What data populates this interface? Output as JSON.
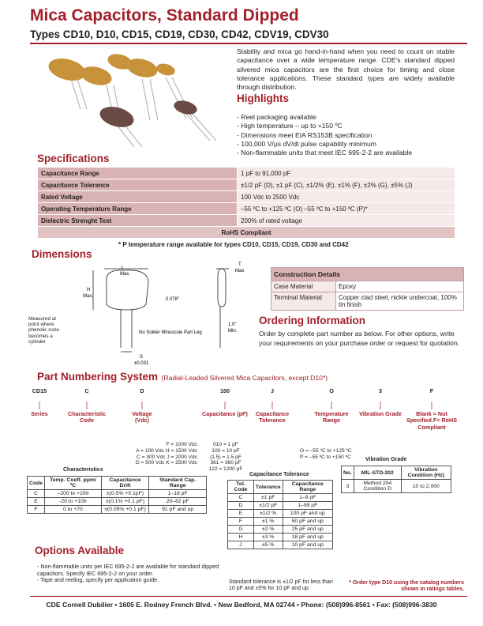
{
  "header": {
    "title": "Mica Capacitors, Standard Dipped",
    "subtitle": "Types CD10, D10, CD15, CD19, CD30, CD42, CDV19, CDV30"
  },
  "intro": "Stability and mica go hand-in-hand when you need to count on stable capacitance over a wide temperature range.  CDE's standard dipped silvered mica capacitors are the first choice for timing and close tolerance applications.  These standard types are widely available through distribution.",
  "highlights": {
    "heading": "Highlights",
    "items": [
      "- Reel packaging available",
      "- High temperature – up to +150 ºC",
      "- Dimensions meet EIA RS153B specification",
      "- 100,000 V/µs dV/dt pulse capability minimum",
      "- Non-flammable units that meet IEC 695-2-2 are available"
    ]
  },
  "specifications": {
    "heading": "Specifications",
    "rows": [
      {
        "label": "Capacitance Range",
        "value": "1 pF to 91,000 pF"
      },
      {
        "label": "Capacitance Tolerance",
        "value": "±1/2 pF (D), ±1 pF (C), ±1/2% (E), ±1% (F), ±2% (G), ±5% (J)"
      },
      {
        "label": "Rated Voltage",
        "value": "100 Vdc to 2500 Vdc"
      },
      {
        "label": "Operating Temperature Range",
        "value": "–55 ºC to +125 ºC (O) –55 ºC to +150 ºC (P)*"
      },
      {
        "label": "Dielectric Strenght Test",
        "value": "200% of rated voltage"
      }
    ],
    "rohs": "RoHS Compliant",
    "note": "* P temperature range available for types CD10, CD15, CD19, CD30 and CD42"
  },
  "dimensions": {
    "heading": "Dimensions",
    "labels": {
      "l": "L",
      "l_max": "Max.",
      "h": "H",
      "h_max": "Max.",
      "t": "T",
      "t_max": "Max",
      "lead_len": "0.078\"",
      "measured": "Measured at point where phenolic cone becomes a cylinder",
      "solder": "No Solder Minuscule Part Leg",
      "min_len": "1.0\"",
      "min": "Min.",
      "s": "S",
      "s_tol": "±0.031"
    }
  },
  "construction": {
    "heading": "Construction Details",
    "rows": [
      {
        "label": "Case Material",
        "value": "Epoxy"
      },
      {
        "label": "Terminal Material",
        "value": "Copper clad steel, nickle undercoat, 100% tin finish"
      }
    ]
  },
  "ordering": {
    "heading": "Ordering Information",
    "text": "Order by complete part number as below.  For other options, write your requirements on your purchase order or request for quotation."
  },
  "part_numbering": {
    "heading": "Part Numbering System",
    "subheading": "(Radial-Leaded Silvered Mica Capacitors, except D10*)",
    "parts": [
      {
        "code": "CD15",
        "label": "Series"
      },
      {
        "code": "C",
        "label": "Characteristic Code"
      },
      {
        "code": "D",
        "label": "Voltage (Vdc)"
      },
      {
        "code": "100",
        "label": "Capacitance (pF)"
      },
      {
        "code": "J",
        "label": "Capacitance Tolerance"
      },
      {
        "code": "O",
        "label": "Temperature Range"
      },
      {
        "code": "3",
        "label": "Vibration Grade"
      },
      {
        "code": "F",
        "label": "Blank = Not Specified F= RoHS Compliant"
      }
    ],
    "voltage_codes": [
      "F = 1000 Vdc",
      "A = 100 Vdc  H = 1500 Vdc",
      "C = 300 Vdc  J = 2000 Vdc",
      "D = 500 Vdc  K = 2500 Vdc"
    ],
    "cap_codes": [
      "010 = 1 pF",
      "100 = 10 pF",
      "(1.5) = 1.5 pF",
      "361 = 360 pF",
      "122 = 1200 pF"
    ],
    "temp_codes": [
      "O = –55 ºC to +125 ºC",
      "P = –55 ºC to +150 ºC"
    ]
  },
  "characteristics_table": {
    "caption": "Characteristics",
    "headers": [
      "Code",
      "Temp. Coeff. ppm/ ºC",
      "Capacitance Drift",
      "Standard Cap. Range"
    ],
    "rows": [
      [
        "C",
        "–200 to +200",
        "±(0.5% +0.1pF)",
        "1–18 pF"
      ],
      [
        "E",
        "-20 to +100",
        "±(0.1% +0.1 pF)",
        "20–82 pF"
      ],
      [
        "F",
        "0  to  +70",
        "±(0.05% +0.1 pF)",
        "91 pF and up"
      ]
    ]
  },
  "tolerance_table": {
    "caption": "Capacitance Tolerance",
    "headers": [
      "Tol. Code",
      "Tolerance",
      "Capacitance Range"
    ],
    "rows": [
      [
        "C",
        "±1 pF",
        "1–9 pF"
      ],
      [
        "D",
        "±1/2 pF",
        "1–99 pF"
      ],
      [
        "E",
        "±1/2 %",
        "100 pF and up"
      ],
      [
        "F",
        "±1 %",
        "50 pF and up"
      ],
      [
        "G",
        "±2 %",
        "25 pF and up"
      ],
      [
        "H",
        "±3 %",
        "18 pF and up"
      ],
      [
        "J",
        "±5 %",
        "10 pF and up"
      ]
    ],
    "note": "Standard tolerance is ±1/2 pF for less than 10 pF and ±5% for 10 pF and up"
  },
  "vibration_table": {
    "caption": "Vibration Grade",
    "headers": [
      "No.",
      "MIL-STD-202",
      "Vibration Condition (Hz)"
    ],
    "rows": [
      [
        "3",
        "Method 204 Condition D",
        "10 to 2,000"
      ]
    ]
  },
  "d10_note": "* Order type D10 using the catalog numbers shown in ratings tables.",
  "options": {
    "heading": "Options Available",
    "items": [
      "-  Non-flammable units per IEC 695-2-2 are available for standard dipped capacitors.  Specify IEC 695-2-2 on your order.",
      "-  Tape and reeling, specify per application guide."
    ]
  },
  "footer": "CDE Cornell Dubilier • 1605 E. Rodney French Blvd. • New Bedford, MA 02744 • Phone: (508)996-8561 • Fax: (508)996-3830",
  "colors": {
    "brand": "#a3202a",
    "table_header": "#d9b3b3",
    "table_cell": "#f6e9e9"
  }
}
